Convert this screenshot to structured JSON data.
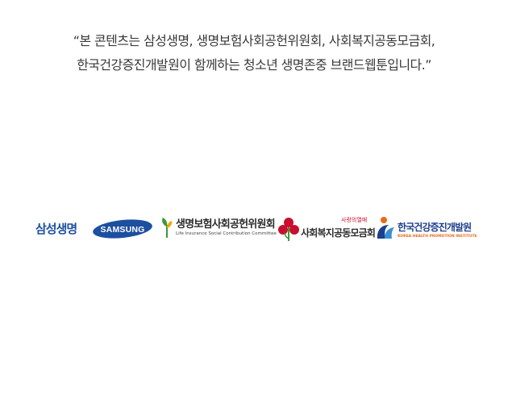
{
  "notice": {
    "line1": "“본 콘텐츠는 삼성생명, 생명보험사회공헌위원회, 사회복지공동모금회,",
    "line2": "한국건강증진개발원이 함께하는 청소년 생명존중 브랜드웹툰입니다.”"
  },
  "logos": {
    "samsung_life": "삼성생명",
    "samsung": "SAMSUNG",
    "life_insurance": {
      "korean": "생명보험사회공헌위원회",
      "english": "Life Insurance Social Contribution Committee"
    },
    "community_chest": {
      "slogan": "사랑의열매",
      "korean": "사회복지공동모금회"
    },
    "khepi": {
      "korean": "한국건강증진개발원",
      "english": "KOREA HEALTH PROMOTION INSTITUTE"
    }
  },
  "colors": {
    "samsung_blue": "#1d4fa0",
    "chest_red": "#c8102e",
    "khepi_navy": "#1d3f8f",
    "khepi_orange": "#e86a1c",
    "lia_green": "#3a9a3a"
  }
}
